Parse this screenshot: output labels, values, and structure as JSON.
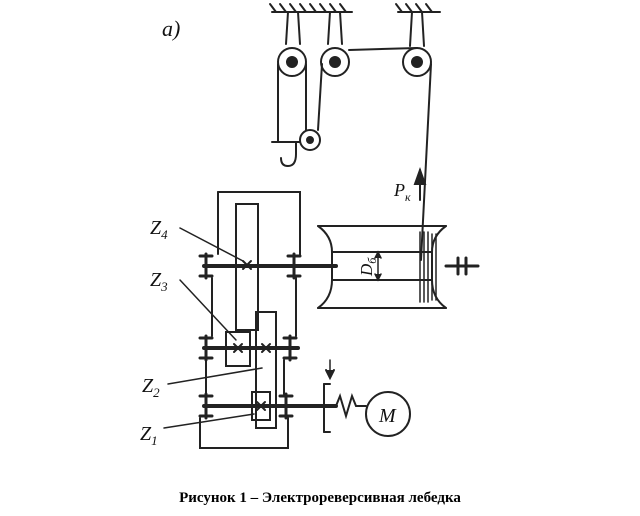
{
  "diagram": {
    "panel_label": "а)",
    "labels": {
      "z4": "Z4",
      "z3": "Z3",
      "z2": "Z2",
      "z1": "Z1",
      "force": "Pк",
      "drum_diameter": "Dб",
      "motor": "M"
    }
  },
  "caption": "Рисунок  1 – Электрореверсивная лебедка"
}
